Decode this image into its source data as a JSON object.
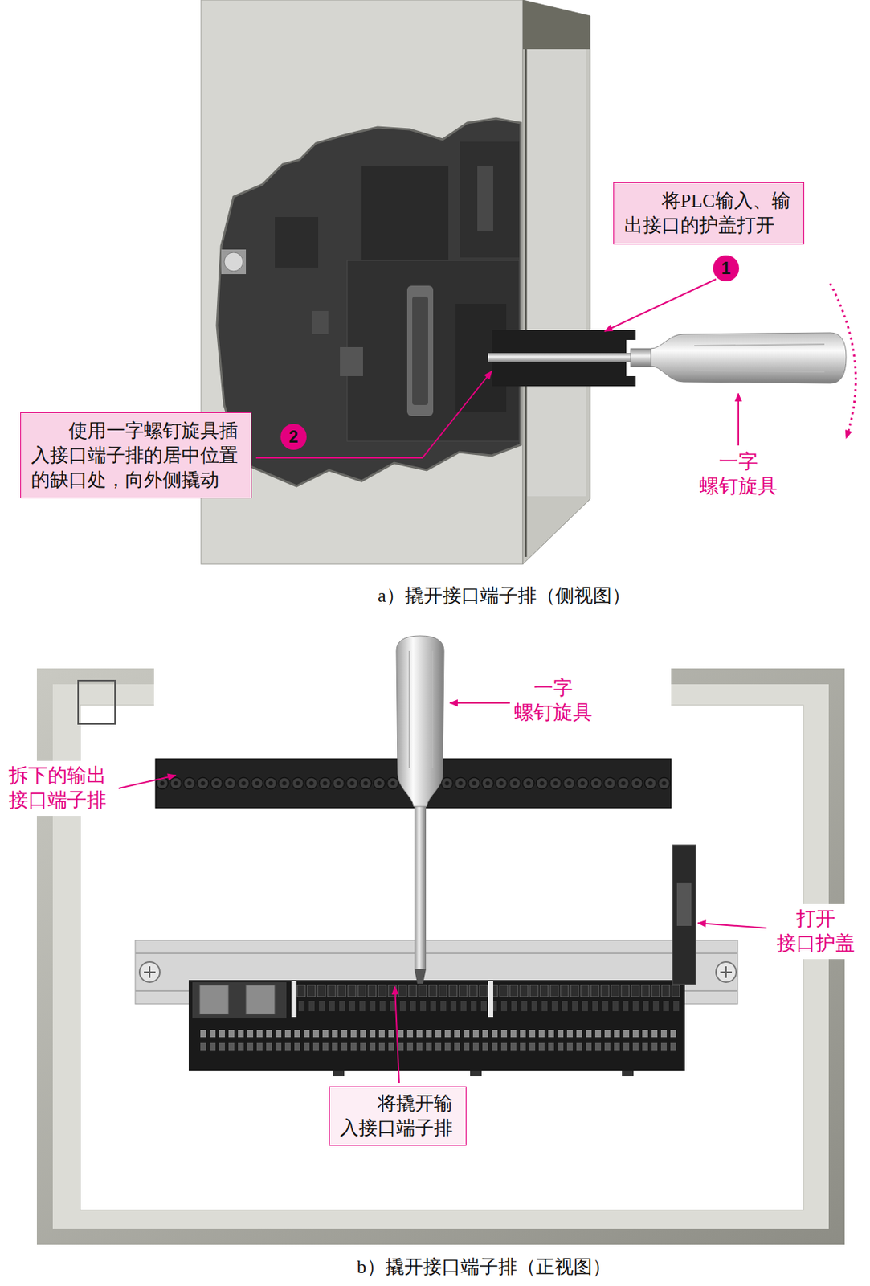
{
  "diagram": {
    "nodes": [
      {
        "text": [
          "将PLC输入、输 出接口的护盖打开"
        ]
      },
      {
        "text": [
          "1"
        ]
      },
      {
        "text": [
          "使用一字螺钉旋具插 入接口端子排的居中位置 的缺口处，向外侧撬动"
        ]
      },
      {
        "text": [
          "2"
        ]
      },
      {
        "text": [
          "拆下的输出 接口端子排"
        ]
      },
      {
        "text": [
          "打开 接口护盖"
        ]
      },
      {
        "text": [
          "将撬开输 入接口端子排"
        ]
      }
    ],
    "labels": [
      "一字 螺钉旋具",
      "a）撬开接口端子排（侧视图）",
      "一字 螺钉旋具",
      "b）撬开接口端子排（正视图）"
    ]
  }
}
